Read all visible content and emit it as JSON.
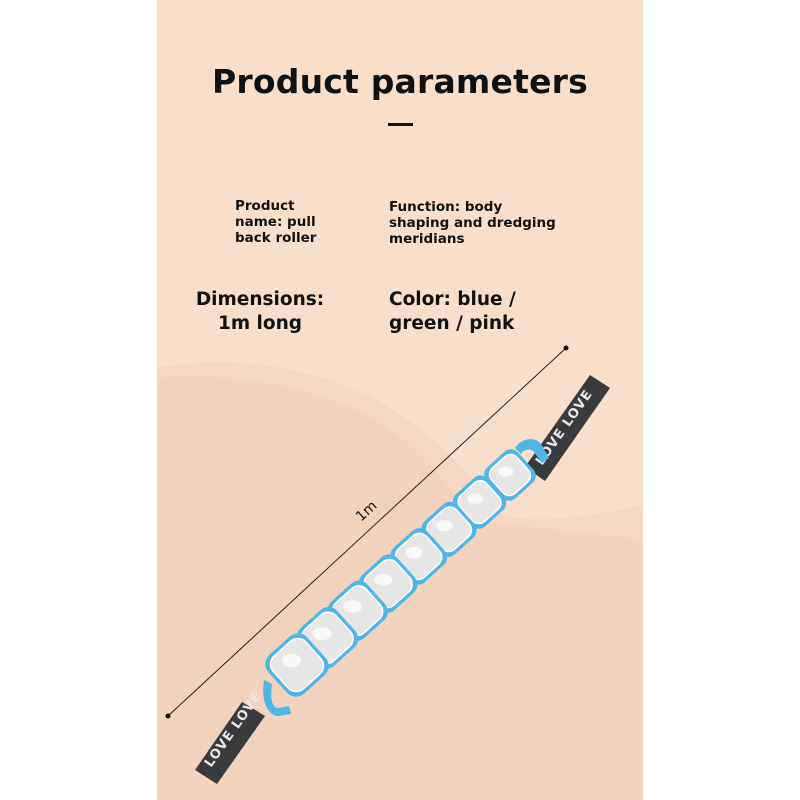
{
  "title": "Product parameters",
  "specs": {
    "name": "Product name: pull back roller",
    "function": "Function: body shaping and dredging meridians",
    "dimensions": "Dimensions: 1m long",
    "color": "Color: blue / green / pink"
  },
  "dimension_label": "1m",
  "strap_text": "LOVE LOVE",
  "colors": {
    "background": "#f6dcc8",
    "surface": "#f3d6c2",
    "roller_frame": "#4fb6e6",
    "roller_ball": "#e6e6e6",
    "strap": "#3b3b3e"
  },
  "product": {
    "roller_count": 8
  }
}
